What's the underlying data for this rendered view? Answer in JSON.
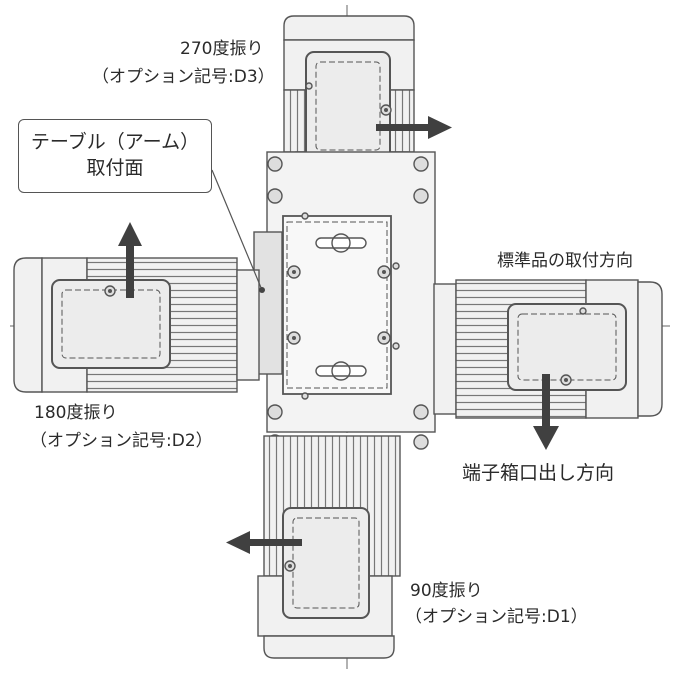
{
  "labels": {
    "d3_line1": "270度振り",
    "d3_line2": "（オプション記号:D3）",
    "callout_line1": "テーブル（アーム）",
    "callout_line2": "取付面",
    "standard": "標準品の取付方向",
    "d2_line1": "180度振り",
    "d2_line2": "（オプション記号:D2）",
    "terminal": "端子箱口出し方向",
    "d1_line1": "90度振り",
    "d1_line2": "（オプション記号:D1）"
  },
  "colors": {
    "line": "#555555",
    "fill": "#f1f1f1",
    "fill_dark": "#e2e2e2",
    "arrow": "#404040"
  },
  "icons": [
    "arrow-up-icon",
    "arrow-right-icon",
    "arrow-down-icon",
    "arrow-left-icon"
  ]
}
